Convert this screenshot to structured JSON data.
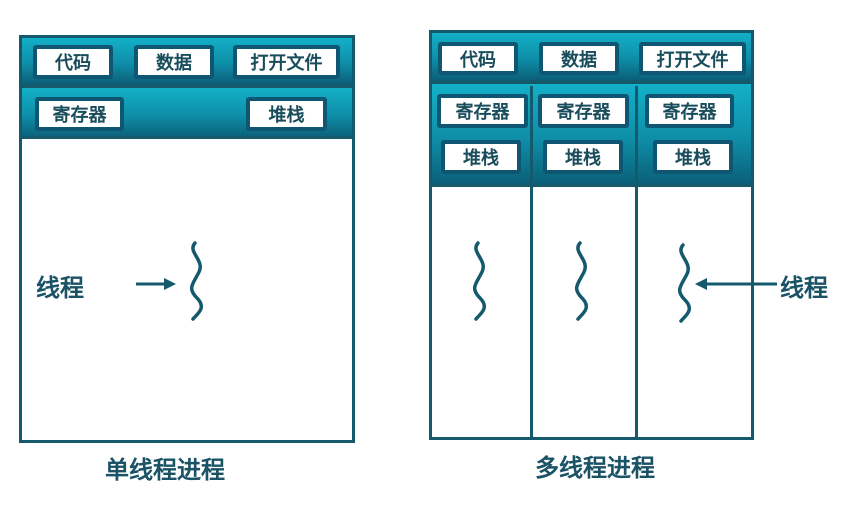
{
  "single_thread": {
    "caption": "单线程进程",
    "shared": [
      "代码",
      "数据",
      "打开文件"
    ],
    "register": "寄存器",
    "stack": "堆栈",
    "thread_label": "线程"
  },
  "multi_thread": {
    "caption": "多线程进程",
    "shared": [
      "代码",
      "数据",
      "打开文件"
    ],
    "threads": [
      {
        "register": "寄存器",
        "stack": "堆栈"
      },
      {
        "register": "寄存器",
        "stack": "堆栈"
      },
      {
        "register": "寄存器",
        "stack": "堆栈"
      }
    ],
    "thread_label": "线程"
  },
  "colors": {
    "border": "#145a6c",
    "band_top": "#13b0c8",
    "band_bottom": "#0b5f78",
    "text": "#1a5266"
  }
}
